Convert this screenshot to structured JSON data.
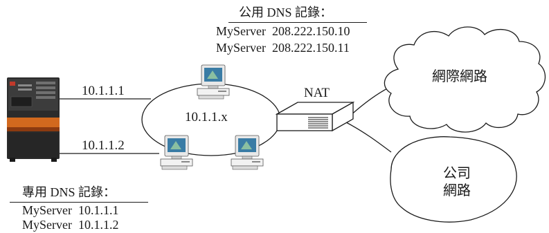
{
  "public_dns": {
    "title": "公用 DNS 記錄：",
    "entries": [
      "MyServer  208.222.150.10",
      "MyServer  208.222.150.11"
    ]
  },
  "private_dns": {
    "title": "專用 DNS 記錄：",
    "entries": [
      "MyServer  10.1.1.1",
      "MyServer  10.1.1.2"
    ]
  },
  "server": {
    "ip_1": "10.1.1.1",
    "ip_2": "10.1.1.2"
  },
  "lan": {
    "label": "10.1.1.x"
  },
  "nat": {
    "label": "NAT"
  },
  "clouds": {
    "internet": "網際網路",
    "company_line1": "公司",
    "company_line2": "網路"
  },
  "colors": {
    "server_accent": "#d2691e",
    "server_body": "#2b2b2b",
    "screen": "#3a7ca5",
    "line": "#1a1a1a"
  }
}
